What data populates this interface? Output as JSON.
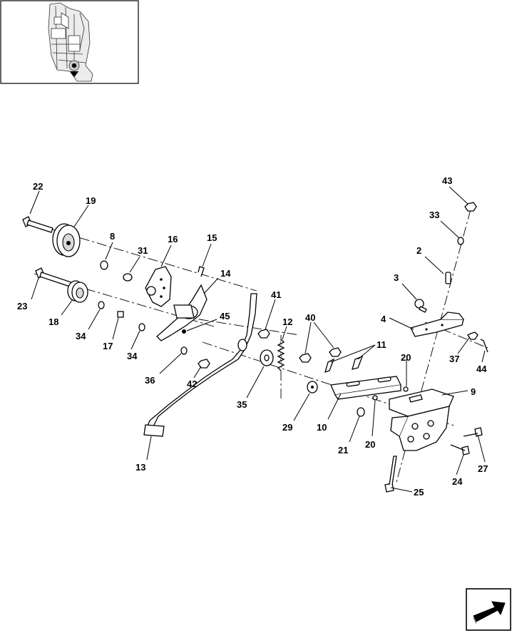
{
  "parts": [
    {
      "id": "p22",
      "label": "22"
    },
    {
      "id": "p19",
      "label": "19"
    },
    {
      "id": "p8",
      "label": "8"
    },
    {
      "id": "p31",
      "label": "31"
    },
    {
      "id": "p16",
      "label": "16"
    },
    {
      "id": "p15",
      "label": "15"
    },
    {
      "id": "p14",
      "label": "14"
    },
    {
      "id": "p23",
      "label": "23"
    },
    {
      "id": "p18",
      "label": "18"
    },
    {
      "id": "p34a",
      "label": "34"
    },
    {
      "id": "p17",
      "label": "17"
    },
    {
      "id": "p34b",
      "label": "34"
    },
    {
      "id": "p45",
      "label": "45"
    },
    {
      "id": "p36",
      "label": "36"
    },
    {
      "id": "p42",
      "label": "42"
    },
    {
      "id": "p13",
      "label": "13"
    },
    {
      "id": "p41",
      "label": "41"
    },
    {
      "id": "p12",
      "label": "12"
    },
    {
      "id": "p35",
      "label": "35"
    },
    {
      "id": "p40",
      "label": "40"
    },
    {
      "id": "p11",
      "label": "11"
    },
    {
      "id": "p29",
      "label": "29"
    },
    {
      "id": "p10",
      "label": "10"
    },
    {
      "id": "p21",
      "label": "21"
    },
    {
      "id": "p20a",
      "label": "20"
    },
    {
      "id": "p20b",
      "label": "20"
    },
    {
      "id": "p43",
      "label": "43"
    },
    {
      "id": "p33",
      "label": "33"
    },
    {
      "id": "p2",
      "label": "2"
    },
    {
      "id": "p3",
      "label": "3"
    },
    {
      "id": "p4",
      "label": "4"
    },
    {
      "id": "p37",
      "label": "37"
    },
    {
      "id": "p44",
      "label": "44"
    },
    {
      "id": "p9",
      "label": "9"
    },
    {
      "id": "p27",
      "label": "27"
    },
    {
      "id": "p24",
      "label": "24"
    },
    {
      "id": "p25",
      "label": "25"
    }
  ],
  "icons": {
    "next_page": "next-page-arrow-icon"
  }
}
